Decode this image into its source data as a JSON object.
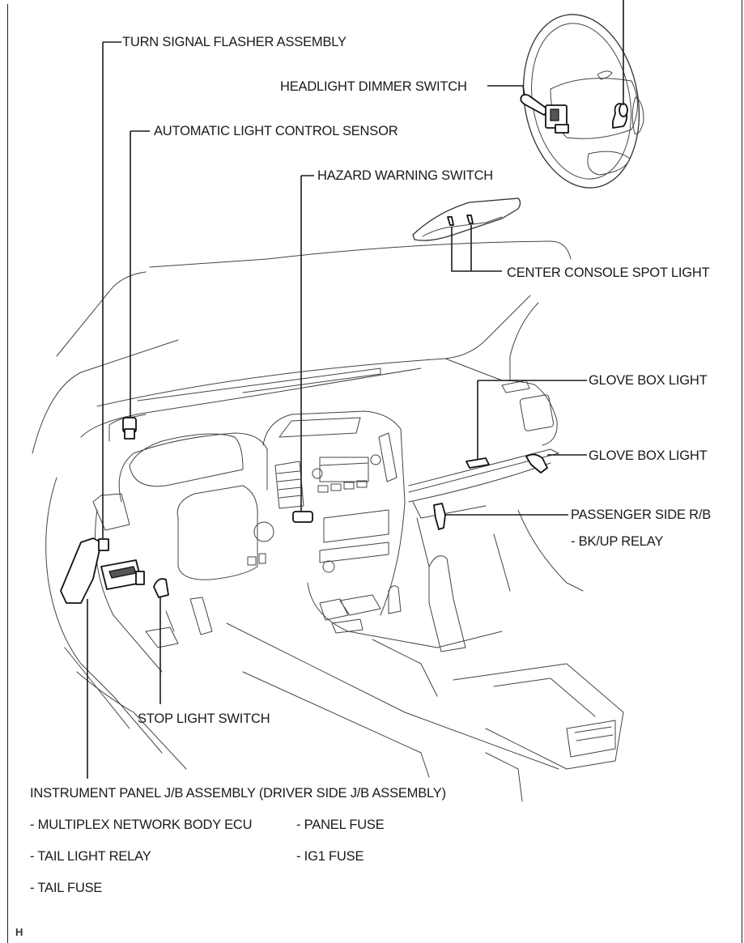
{
  "diagram": {
    "type": "parts-location",
    "subject": "Vehicle interior lighting system components",
    "labels": {
      "turn_signal_flasher": "TURN SIGNAL FLASHER ASSEMBLY",
      "headlight_dimmer_switch": "HEADLIGHT DIMMER SWITCH",
      "auto_light_sensor": "AUTOMATIC LIGHT CONTROL SENSOR",
      "hazard_warning_switch": "HAZARD WARNING SWITCH",
      "center_console_spot_light": "CENTER CONSOLE SPOT LIGHT",
      "glove_box_light_1": "GLOVE BOX LIGHT",
      "glove_box_light_2": "GLOVE BOX LIGHT",
      "passenger_side_rb": "PASSENGER SIDE R/B",
      "passenger_side_rb_items": [
        "- BK/UP RELAY"
      ],
      "stop_light_switch": "STOP LIGHT SWITCH",
      "instrument_panel_jb": "INSTRUMENT PANEL J/B ASSEMBLY (DRIVER SIDE J/B ASSEMBLY)",
      "instrument_panel_jb_items_col1": [
        "- MULTIPLEX NETWORK BODY ECU",
        "- TAIL LIGHT RELAY",
        "- TAIL FUSE"
      ],
      "instrument_panel_jb_items_col2": [
        "- PANEL FUSE",
        "- IG1 FUSE"
      ]
    },
    "corner_mark": "H"
  }
}
